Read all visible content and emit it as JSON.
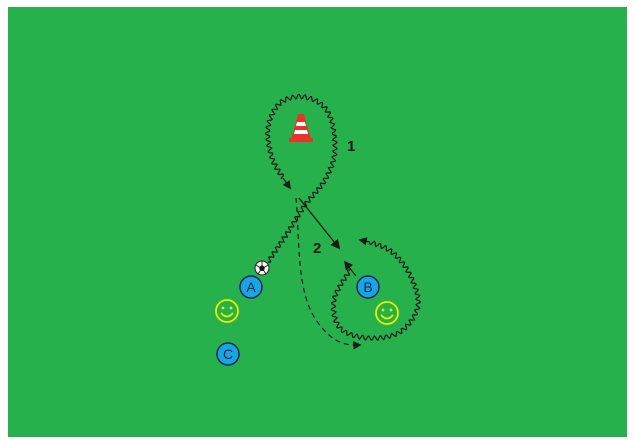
{
  "diagram": {
    "pitch_color": "#27b14c",
    "line_color": "#1a1a1a",
    "cone_colors": {
      "body": "#e8322b",
      "stripe": "#ffffff"
    },
    "players": [
      {
        "id": "player-a",
        "label": "A",
        "kind": "circle",
        "fill": "#1ba4e0",
        "stroke": "#0b2b5c"
      },
      {
        "id": "player-b",
        "label": "B",
        "kind": "circle",
        "fill": "#1ba4e0",
        "stroke": "#0b2b5c"
      },
      {
        "id": "player-c",
        "label": "C",
        "kind": "circle",
        "fill": "#1ba4e0",
        "stroke": "#0b2b5c"
      }
    ],
    "smiley_players": [
      {
        "id": "smiley-1",
        "color": "#e9f000"
      },
      {
        "id": "smiley-2",
        "color": "#e9f000"
      }
    ],
    "step_labels": [
      {
        "id": "step-1",
        "text": "1"
      },
      {
        "id": "step-2",
        "text": "2"
      }
    ],
    "ball_icon": "soccer-ball-icon",
    "cone_icon": "traffic-cone-icon"
  }
}
